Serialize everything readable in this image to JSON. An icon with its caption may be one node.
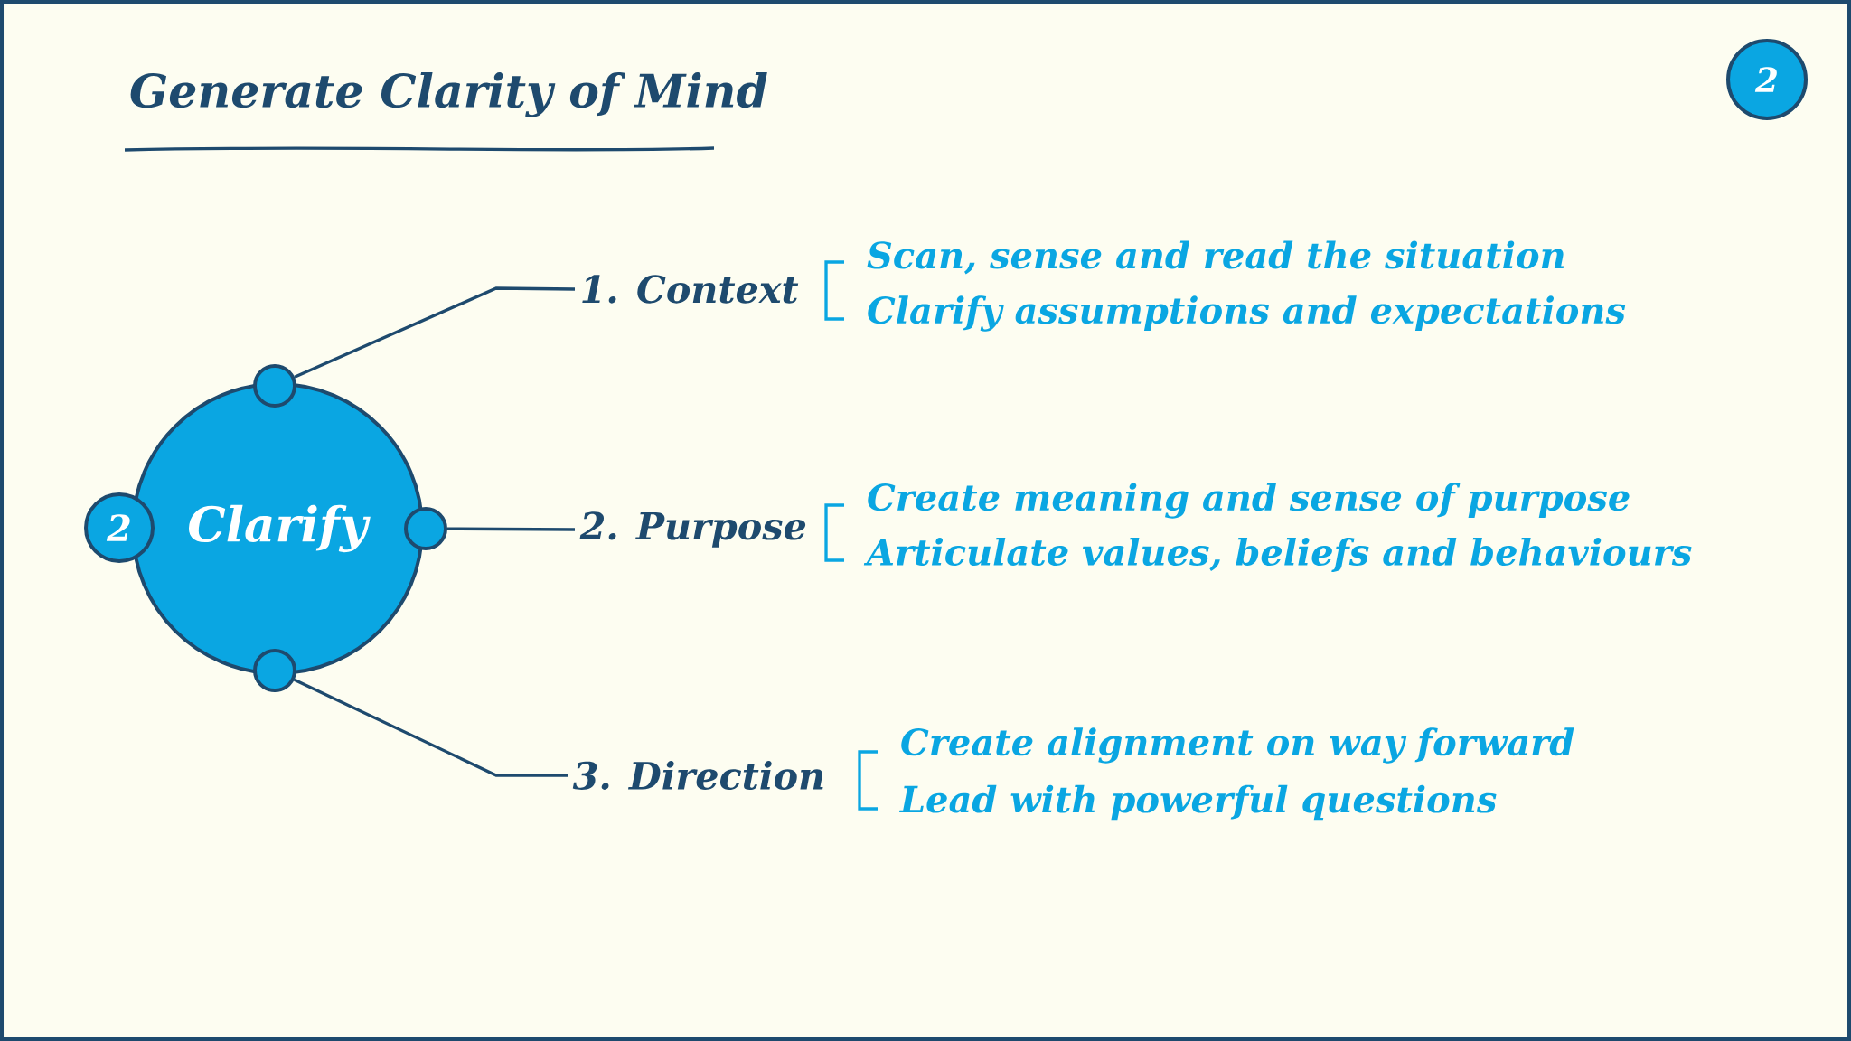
{
  "diagram": {
    "title": "Generate Clarity of Mind",
    "nodes": [
      {
        "text": [
          "2"
        ]
      },
      {
        "text": [
          "Clarify"
        ]
      },
      {
        "text": [
          "2"
        ]
      },
      {
        "text": [],
        "shape": "circle"
      },
      {
        "text": [],
        "shape": "circle"
      },
      {
        "text": [],
        "shape": "circle"
      },
      {
        "text": [
          "1. Context"
        ],
        "beside": [
          "Scan, sense and read the situation",
          "Clarify assumptions and expectations"
        ]
      },
      {
        "text": [
          "2. Purpose"
        ],
        "beside": [
          "Create meaning and sense of purpose",
          "Articulate values, beliefs and behaviours"
        ]
      },
      {
        "text": [
          "3. Direction"
        ],
        "beside": [
          "Create alignment on way forward",
          "Lead with powerful questions"
        ]
      }
    ],
    "edges": [
      {
        "from": 3,
        "to": 6,
        "arrow": "none"
      },
      {
        "from": 4,
        "to": 7,
        "arrow": "none"
      },
      {
        "from": 5,
        "to": 8,
        "arrow": "none"
      }
    ]
  }
}
